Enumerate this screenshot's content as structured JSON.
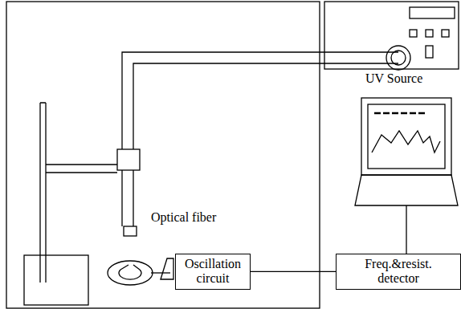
{
  "diagram": {
    "nodes": [
      {
        "text": [
          "Oscillation circuit"
        ]
      },
      {
        "text": [
          "Freq.&resist. detector"
        ]
      }
    ],
    "edges": [
      {
        "from": 0,
        "to": 1,
        "arrow": "none"
      }
    ],
    "labels": [
      "Optical fiber",
      "UV Source"
    ]
  }
}
